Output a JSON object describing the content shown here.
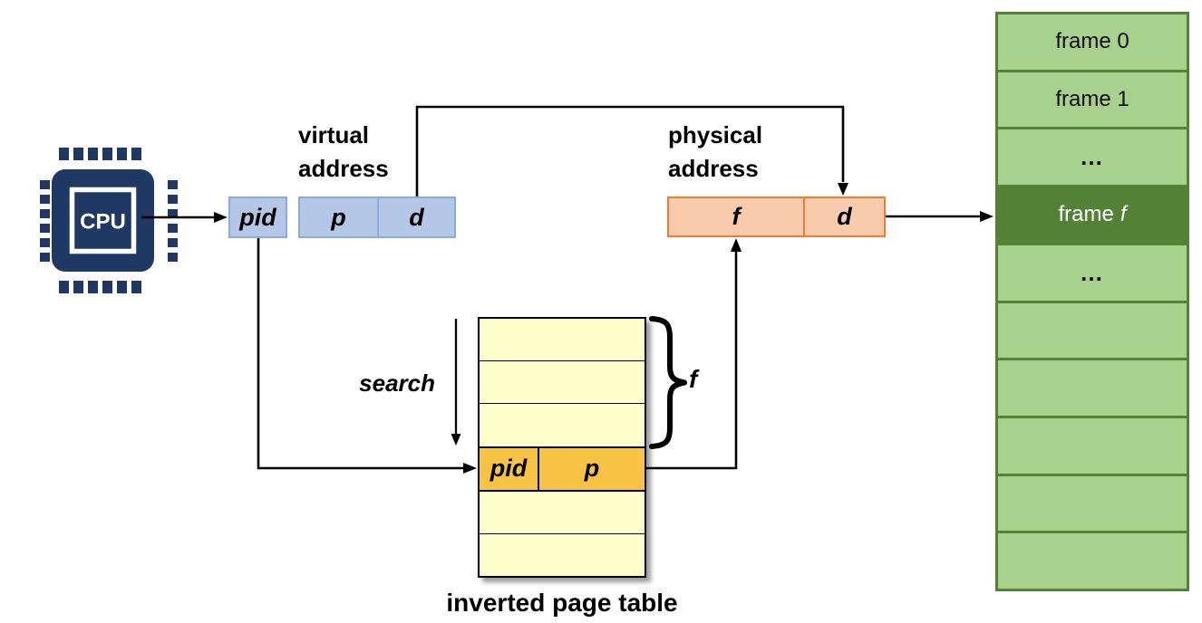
{
  "diagram": {
    "cpu": {
      "label": "CPU"
    },
    "pid_register": {
      "label": "pid"
    },
    "virtual_address": {
      "title": "virtual\naddress",
      "page_field": "p",
      "offset_field": "d"
    },
    "physical_address": {
      "title": "physical\naddress",
      "frame_field": "f",
      "offset_field": "d"
    },
    "search_label": "search",
    "frame_brace_label": "f",
    "inverted_page_table": {
      "caption": "inverted page table",
      "empty_rows_above": 3,
      "empty_rows_below": 2,
      "match_entry": {
        "pid": "pid",
        "page": "p"
      }
    },
    "physical_memory": {
      "highlighted_row_index": 3,
      "rows": [
        {
          "label": "frame 0"
        },
        {
          "label": "frame 1"
        },
        {
          "label": "…"
        },
        {
          "label_prefix": "frame",
          "label_var": "f"
        },
        {
          "label": "…"
        },
        {
          "label": ""
        },
        {
          "label": ""
        },
        {
          "label": ""
        },
        {
          "label": ""
        },
        {
          "label": ""
        }
      ]
    },
    "colors": {
      "cpu_navy": "#1F3864",
      "virtual_blue_fill": "#B4C7E7",
      "virtual_blue_border": "#8EAADB",
      "physical_orange_fill": "#F8CBAD",
      "physical_orange_border": "#ED7D31",
      "memory_green_fill": "#A9D18E",
      "memory_green_border": "#538135",
      "memory_highlight_fill": "#538135",
      "table_yellow_fill": "#FFFFCC",
      "table_highlight_gold": "#F6C344",
      "arrow_black": "#000000"
    }
  }
}
